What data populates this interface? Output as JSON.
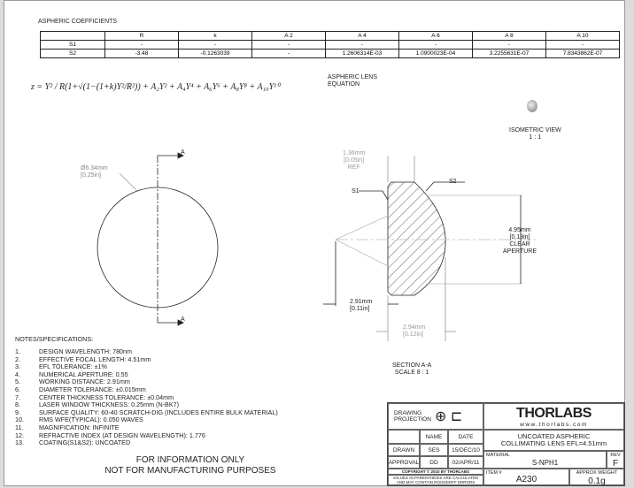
{
  "coefficients": {
    "title": "ASPHERIC COEFFICIENTS",
    "headers": [
      "",
      "R",
      "k",
      "A 2",
      "A 4",
      "A 6",
      "A 8",
      "A 10"
    ],
    "rows": [
      [
        "S1",
        "-",
        "-",
        "-",
        "-",
        "-",
        "-",
        "-"
      ],
      [
        "S2",
        "-3.48",
        "-0.1263039",
        "-",
        "1.2606314E-03",
        "1.0900023E-04",
        "3.2255631E-07",
        "7.8343862E-07"
      ]
    ]
  },
  "equation": {
    "formula": "z = Y² / R(1+√(1−(1+k)Y²/R²)) + A₂Y² + A₄Y⁴ + A₆Y⁶ + A₈Y⁸ + A₁₀Y¹⁰",
    "label1": "ASPHERIC LENS",
    "label2": "EQUATION"
  },
  "iso": {
    "label1": "ISOMETRIC VIEW",
    "label2": "1 : 1"
  },
  "front": {
    "dia": "Ø6.34mm",
    "dia_in": "[0.25in]",
    "sec_a": "A"
  },
  "section": {
    "t1": "1.36mm",
    "t1_in": "[0.05in]",
    "ref": "REF",
    "s1": "S1",
    "s2": "S2",
    "ca": "4.95mm",
    "ca_in": "[0.19in]",
    "ca_l1": "CLEAR",
    "ca_l2": "APERTURE",
    "wd": "2.91mm",
    "wd_in": "[0.11in]",
    "ct": "2.94mm",
    "ct_in": "[0.12in]",
    "title": "SECTION A-A",
    "scale": "SCALE 8 : 1"
  },
  "notes": {
    "title": "NOTES/SPECIFICATIONS:",
    "items": [
      [
        "1.",
        "DESIGN WAVELENGTH: 780nm"
      ],
      [
        "2.",
        "EFFECTIVE FOCAL LENGTH: 4.51mm"
      ],
      [
        "3.",
        "EFL TOLERANCE:  ±1%"
      ],
      [
        "4.",
        "NUMERICAL APERTURE: 0.55"
      ],
      [
        "5.",
        "WORKING DISTANCE: 2.91mm"
      ],
      [
        "6.",
        "DIAMETER TOLERANCE: ±0.015mm"
      ],
      [
        "7.",
        "CENTER THICKNESS TOLERANCE:  ±0.04mm"
      ],
      [
        "8.",
        "LASER WINDOW THICKNESS: 0.25mm (N-BK7)"
      ],
      [
        "9.",
        "SURFACE QUALITY: 60-40 SCRATCH-DIG (INCLUDES ENTIRE BULK MATERIAL)"
      ],
      [
        "10.",
        "RMS WFE(TYPICAL): 0.050 WAVES"
      ],
      [
        "11.",
        "MAGNIFICATION: INFINITE"
      ],
      [
        "12.",
        "REFRACTIVE INDEX (AT DESIGN WAVELENGTH): 1.776"
      ],
      [
        "13.",
        "COATING(S1&S2): UNCOATED"
      ]
    ]
  },
  "info": {
    "l1": "FOR INFORMATION ONLY",
    "l2": "NOT FOR MANUFACTURING PURPOSES"
  },
  "titleblock": {
    "proj": "DRAWING PROJECTION",
    "name": "NAME",
    "date": "DATE",
    "drawn": "DRAWN",
    "drawn_name": "SES",
    "drawn_date": "15/DEC/10",
    "approval": "APPROVAL",
    "appr_name": "DD",
    "appr_date": "02/APR/11",
    "copyright": "COPYRIGHT © 2010 BY THORLABS",
    "values_note": "VALUES IN PARENTHESIS ARE CALCULATED AND MAY CONTAIN ROUNDOFF ERRORS",
    "logo": "THORLABS",
    "url": "www.thorlabs.com",
    "desc1": "UNCOATED ASPHERIC",
    "desc2": "COLLIMATING LENS  EFL=4.51mm",
    "material_label": "MATERIAL",
    "material": "S-NPH1",
    "rev_label": "REV",
    "rev": "F",
    "item_label": "ITEM #",
    "item": "A230",
    "weight_label": "APPROX WEIGHT",
    "weight": "0.1g"
  }
}
